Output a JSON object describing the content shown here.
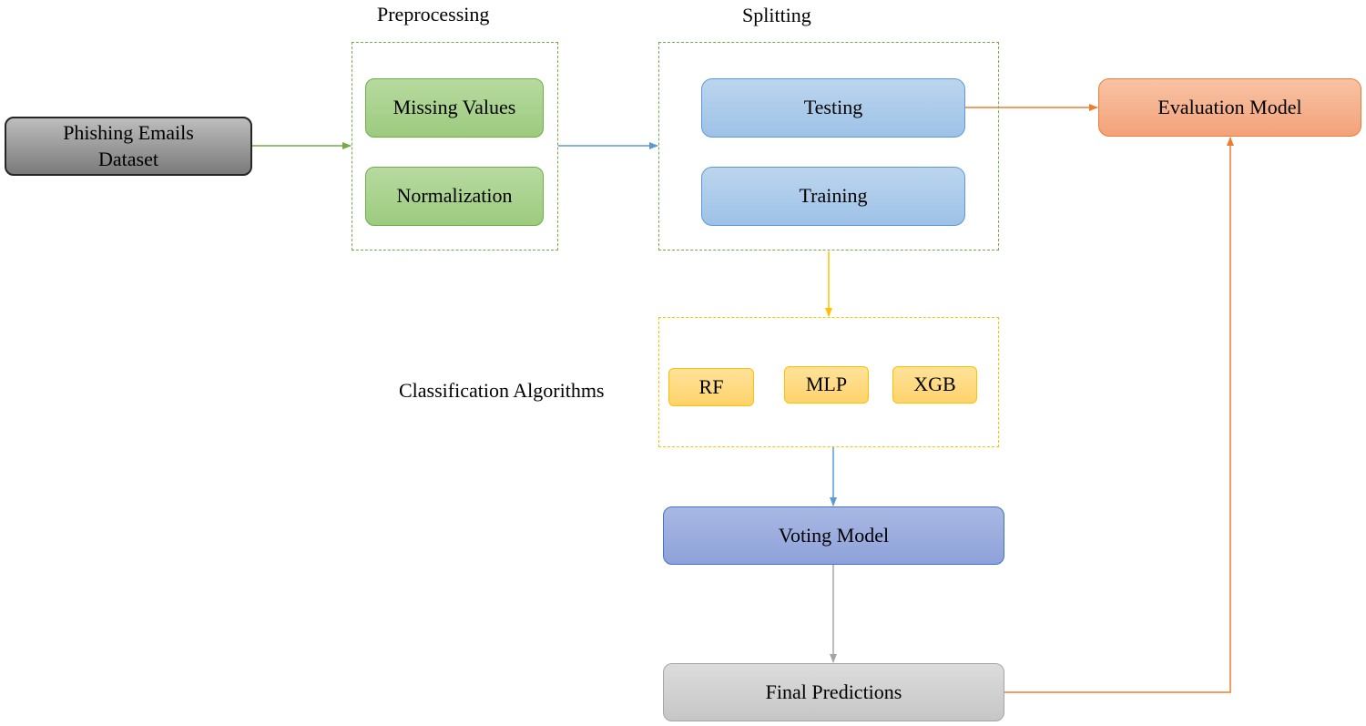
{
  "labels": {
    "preprocessing": "Preprocessing",
    "splitting": "Splitting",
    "classification": "Classification Algorithms"
  },
  "nodes": {
    "dataset": "Phishing Emails Dataset",
    "missing_values": "Missing Values",
    "normalization": "Normalization",
    "testing": "Testing",
    "training": "Training",
    "evaluation": "Evaluation Model",
    "rf": "RF",
    "mlp": "MLP",
    "xgb": "XGB",
    "voting": "Voting Model",
    "final": "Final Predictions"
  },
  "edge_colors": {
    "green": "#70ad47",
    "blue": "#5b9bd5",
    "orange": "#ed7d31",
    "gold": "#ffc000",
    "gray": "#a5a5a5"
  }
}
